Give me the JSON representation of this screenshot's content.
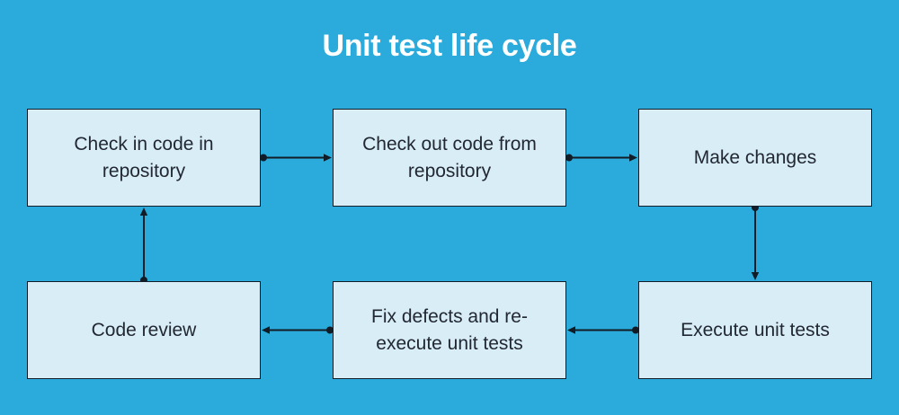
{
  "title": "Unit test life cycle",
  "colors": {
    "background": "#2aabdb",
    "node_fill": "#d9edf6",
    "node_border": "#121c26",
    "node_text": "#212833",
    "title_text": "#ffffff",
    "arrow": "#121c26"
  },
  "diagram": {
    "nodes": [
      {
        "id": "check-in-code",
        "label": "Check in code in repository"
      },
      {
        "id": "check-out-code",
        "label": "Check out code from repository"
      },
      {
        "id": "make-changes",
        "label": "Make changes"
      },
      {
        "id": "code-review",
        "label": "Code review"
      },
      {
        "id": "fix-defects",
        "label": "Fix defects and re-execute unit tests"
      },
      {
        "id": "execute-tests",
        "label": "Execute unit tests"
      }
    ],
    "edges": [
      {
        "from": "check-in-code",
        "to": "check-out-code",
        "direction": "right"
      },
      {
        "from": "check-out-code",
        "to": "make-changes",
        "direction": "right"
      },
      {
        "from": "make-changes",
        "to": "execute-tests",
        "direction": "down"
      },
      {
        "from": "execute-tests",
        "to": "fix-defects",
        "direction": "left"
      },
      {
        "from": "fix-defects",
        "to": "code-review",
        "direction": "left"
      },
      {
        "from": "code-review",
        "to": "check-in-code",
        "direction": "up"
      }
    ]
  }
}
